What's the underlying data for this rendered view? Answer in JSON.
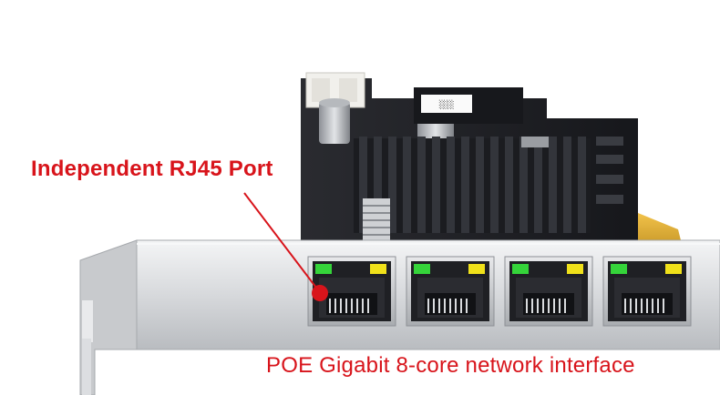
{
  "annotations": {
    "top_label": "Independent RJ45 Port",
    "bottom_label": "POE Gigabit 8-core network interface"
  },
  "product": {
    "port_count": 4,
    "led_colors": {
      "left": "#35d43a",
      "right": "#f0e11a"
    }
  },
  "colors": {
    "annotation": "#d8141b",
    "pcb": "#1c1d22",
    "bracket": "#d9dbde"
  }
}
